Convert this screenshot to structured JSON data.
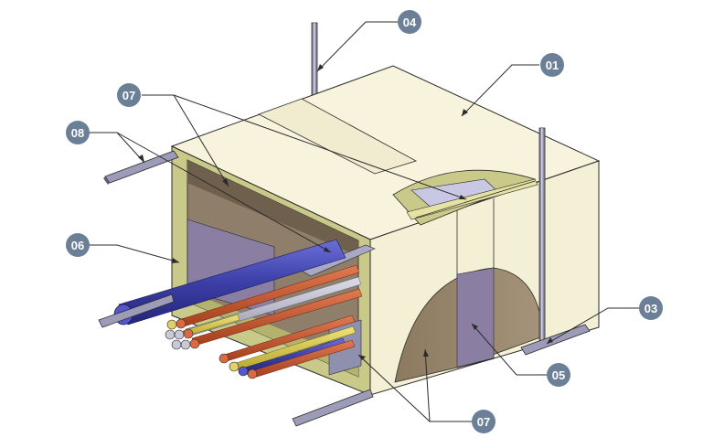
{
  "colors": {
    "cream": "#f7f3dc",
    "cream_shadow": "#ece6c6",
    "edge": "#2b2b2b",
    "olive": "#c9c98a",
    "olive_dark": "#b3b36e",
    "interior": "#8f7e6a",
    "interior_purple": "#8a7ea3",
    "callout": "#6b7f96",
    "cable_blue": "#3d3fa8",
    "cable_red": "#c4532b",
    "cable_yellow": "#d8c84a",
    "cable_grey": "#b9bac8",
    "rod": "#7b7b9a"
  },
  "callouts": [
    {
      "id": "c01",
      "label": "01"
    },
    {
      "id": "c03",
      "label": "03"
    },
    {
      "id": "c04",
      "label": "04"
    },
    {
      "id": "c05",
      "label": "05"
    },
    {
      "id": "c06",
      "label": "06"
    },
    {
      "id": "c07a",
      "label": "07"
    },
    {
      "id": "c07b",
      "label": "07"
    },
    {
      "id": "c08",
      "label": "08"
    }
  ]
}
